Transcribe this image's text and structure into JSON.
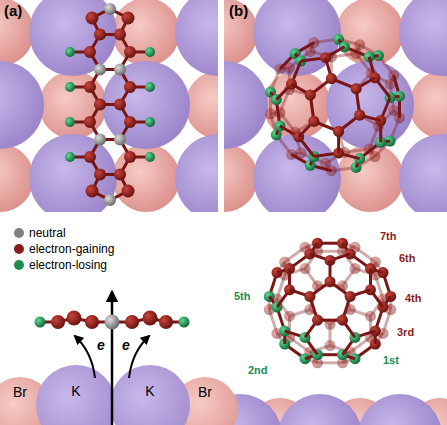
{
  "diagram": {
    "nodes": [
      {
        "text": [
          "Br"
        ]
      },
      {
        "text": [
          "K"
        ]
      },
      {
        "text": [
          "K"
        ]
      },
      {
        "text": [
          "Br"
        ]
      }
    ],
    "labels": [
      "(a)",
      "(b)",
      "e",
      "e",
      "7th",
      "6th",
      "5th",
      "4th",
      "3rd",
      "2nd",
      "1st"
    ],
    "legend": [
      {
        "text": "neutral",
        "color": "#808080"
      },
      {
        "text": "electron-gaining",
        "color": "#8b1a1a"
      },
      {
        "text": "electron-losing",
        "color": "#1e8c4e"
      }
    ]
  }
}
